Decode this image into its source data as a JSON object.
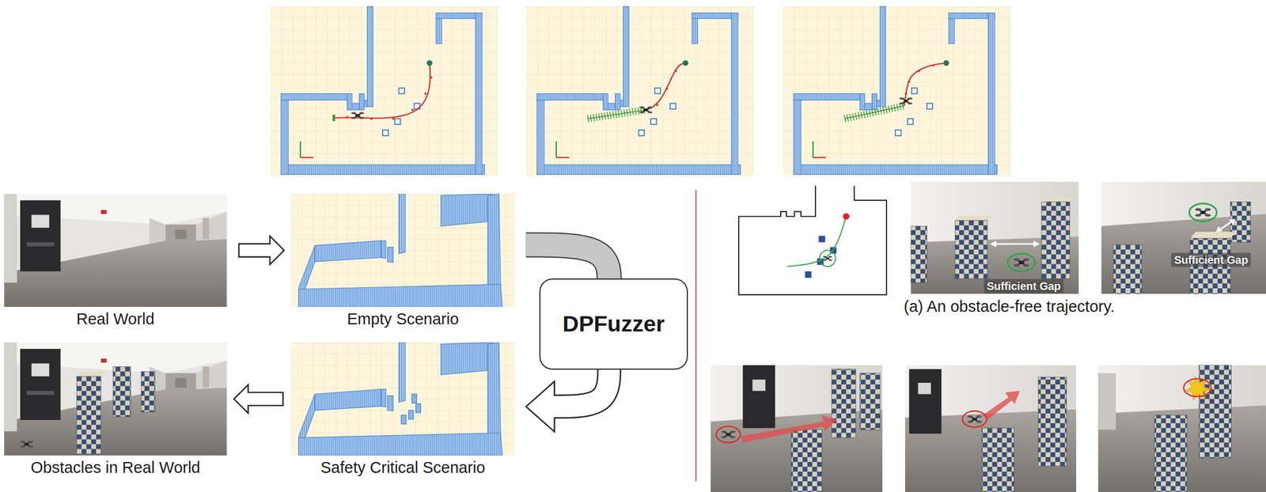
{
  "diagram": {
    "nodes": [
      {
        "text": [
          "Real World"
        ]
      },
      {
        "text": [
          "Empty Scenario"
        ]
      },
      {
        "text": [
          "DPFuzzer"
        ]
      },
      {
        "text": [
          "Obstacles in Real World"
        ]
      },
      {
        "text": [
          "Safety Critical Scenario"
        ]
      }
    ],
    "edges": [
      {
        "from": 0,
        "to": 1,
        "arrow": "to"
      },
      {
        "from": 1,
        "to": 2,
        "arrow": "none"
      },
      {
        "from": 2,
        "to": 4,
        "arrow": "to"
      },
      {
        "from": 4,
        "to": 3,
        "arrow": "to"
      }
    ],
    "labels": [
      "Sufficient Gap",
      "Sufficient Gap",
      "(a) An obstacle-free trajectory."
    ]
  }
}
